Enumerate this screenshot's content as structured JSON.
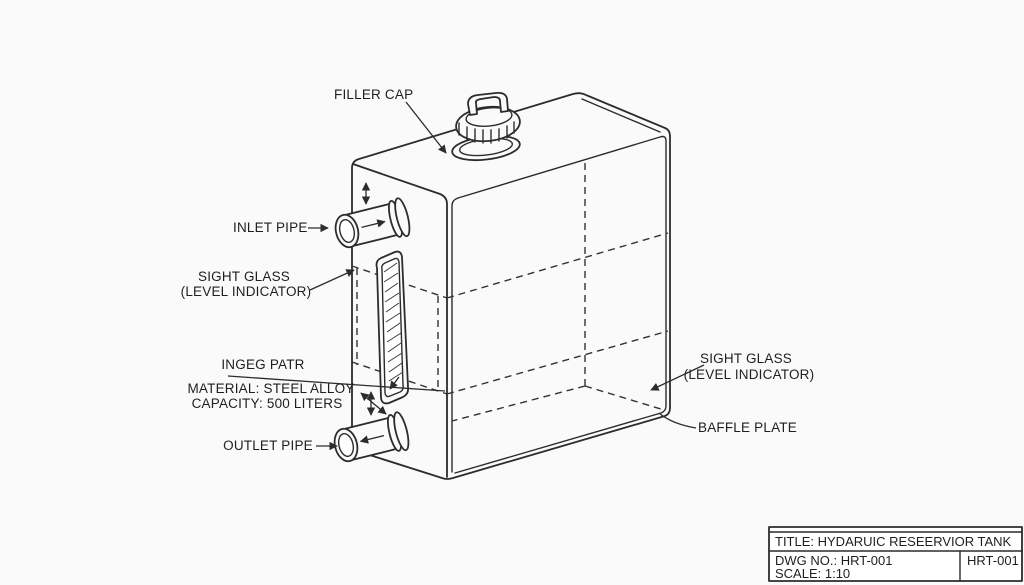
{
  "drawing": {
    "type": "isometric-technical-drawing",
    "background_color": "#fafafa",
    "line_color": "#2c2c2c",
    "text_color": "#1f1f1f"
  },
  "labels": {
    "filler_cap": "FILLER CAP",
    "inlet_pipe": "INLET PIPE",
    "sight_glass_left": {
      "line1": "SIGHT GLASS",
      "line2": "(LEVEL INDICATOR)"
    },
    "part_note": "INGEG PATR",
    "material": "MATERIAL: STEEL ALLOY",
    "capacity": "CAPACITY: 500 LITERS",
    "outlet_pipe": "OUTLET PIPE",
    "sight_glass_right": {
      "line1": "SIGHT GLASS",
      "line2": "(LEVEL INDICATOR)"
    },
    "baffle_plate": "BAFFLE PLATE"
  },
  "title_block": {
    "title": "TITLE: HYDARUIC RESEERVIOR TANK",
    "dwg_no": "DWG NO.: HRT-001",
    "scale": "SCALE: 1:10",
    "ref": "HRT-001"
  }
}
